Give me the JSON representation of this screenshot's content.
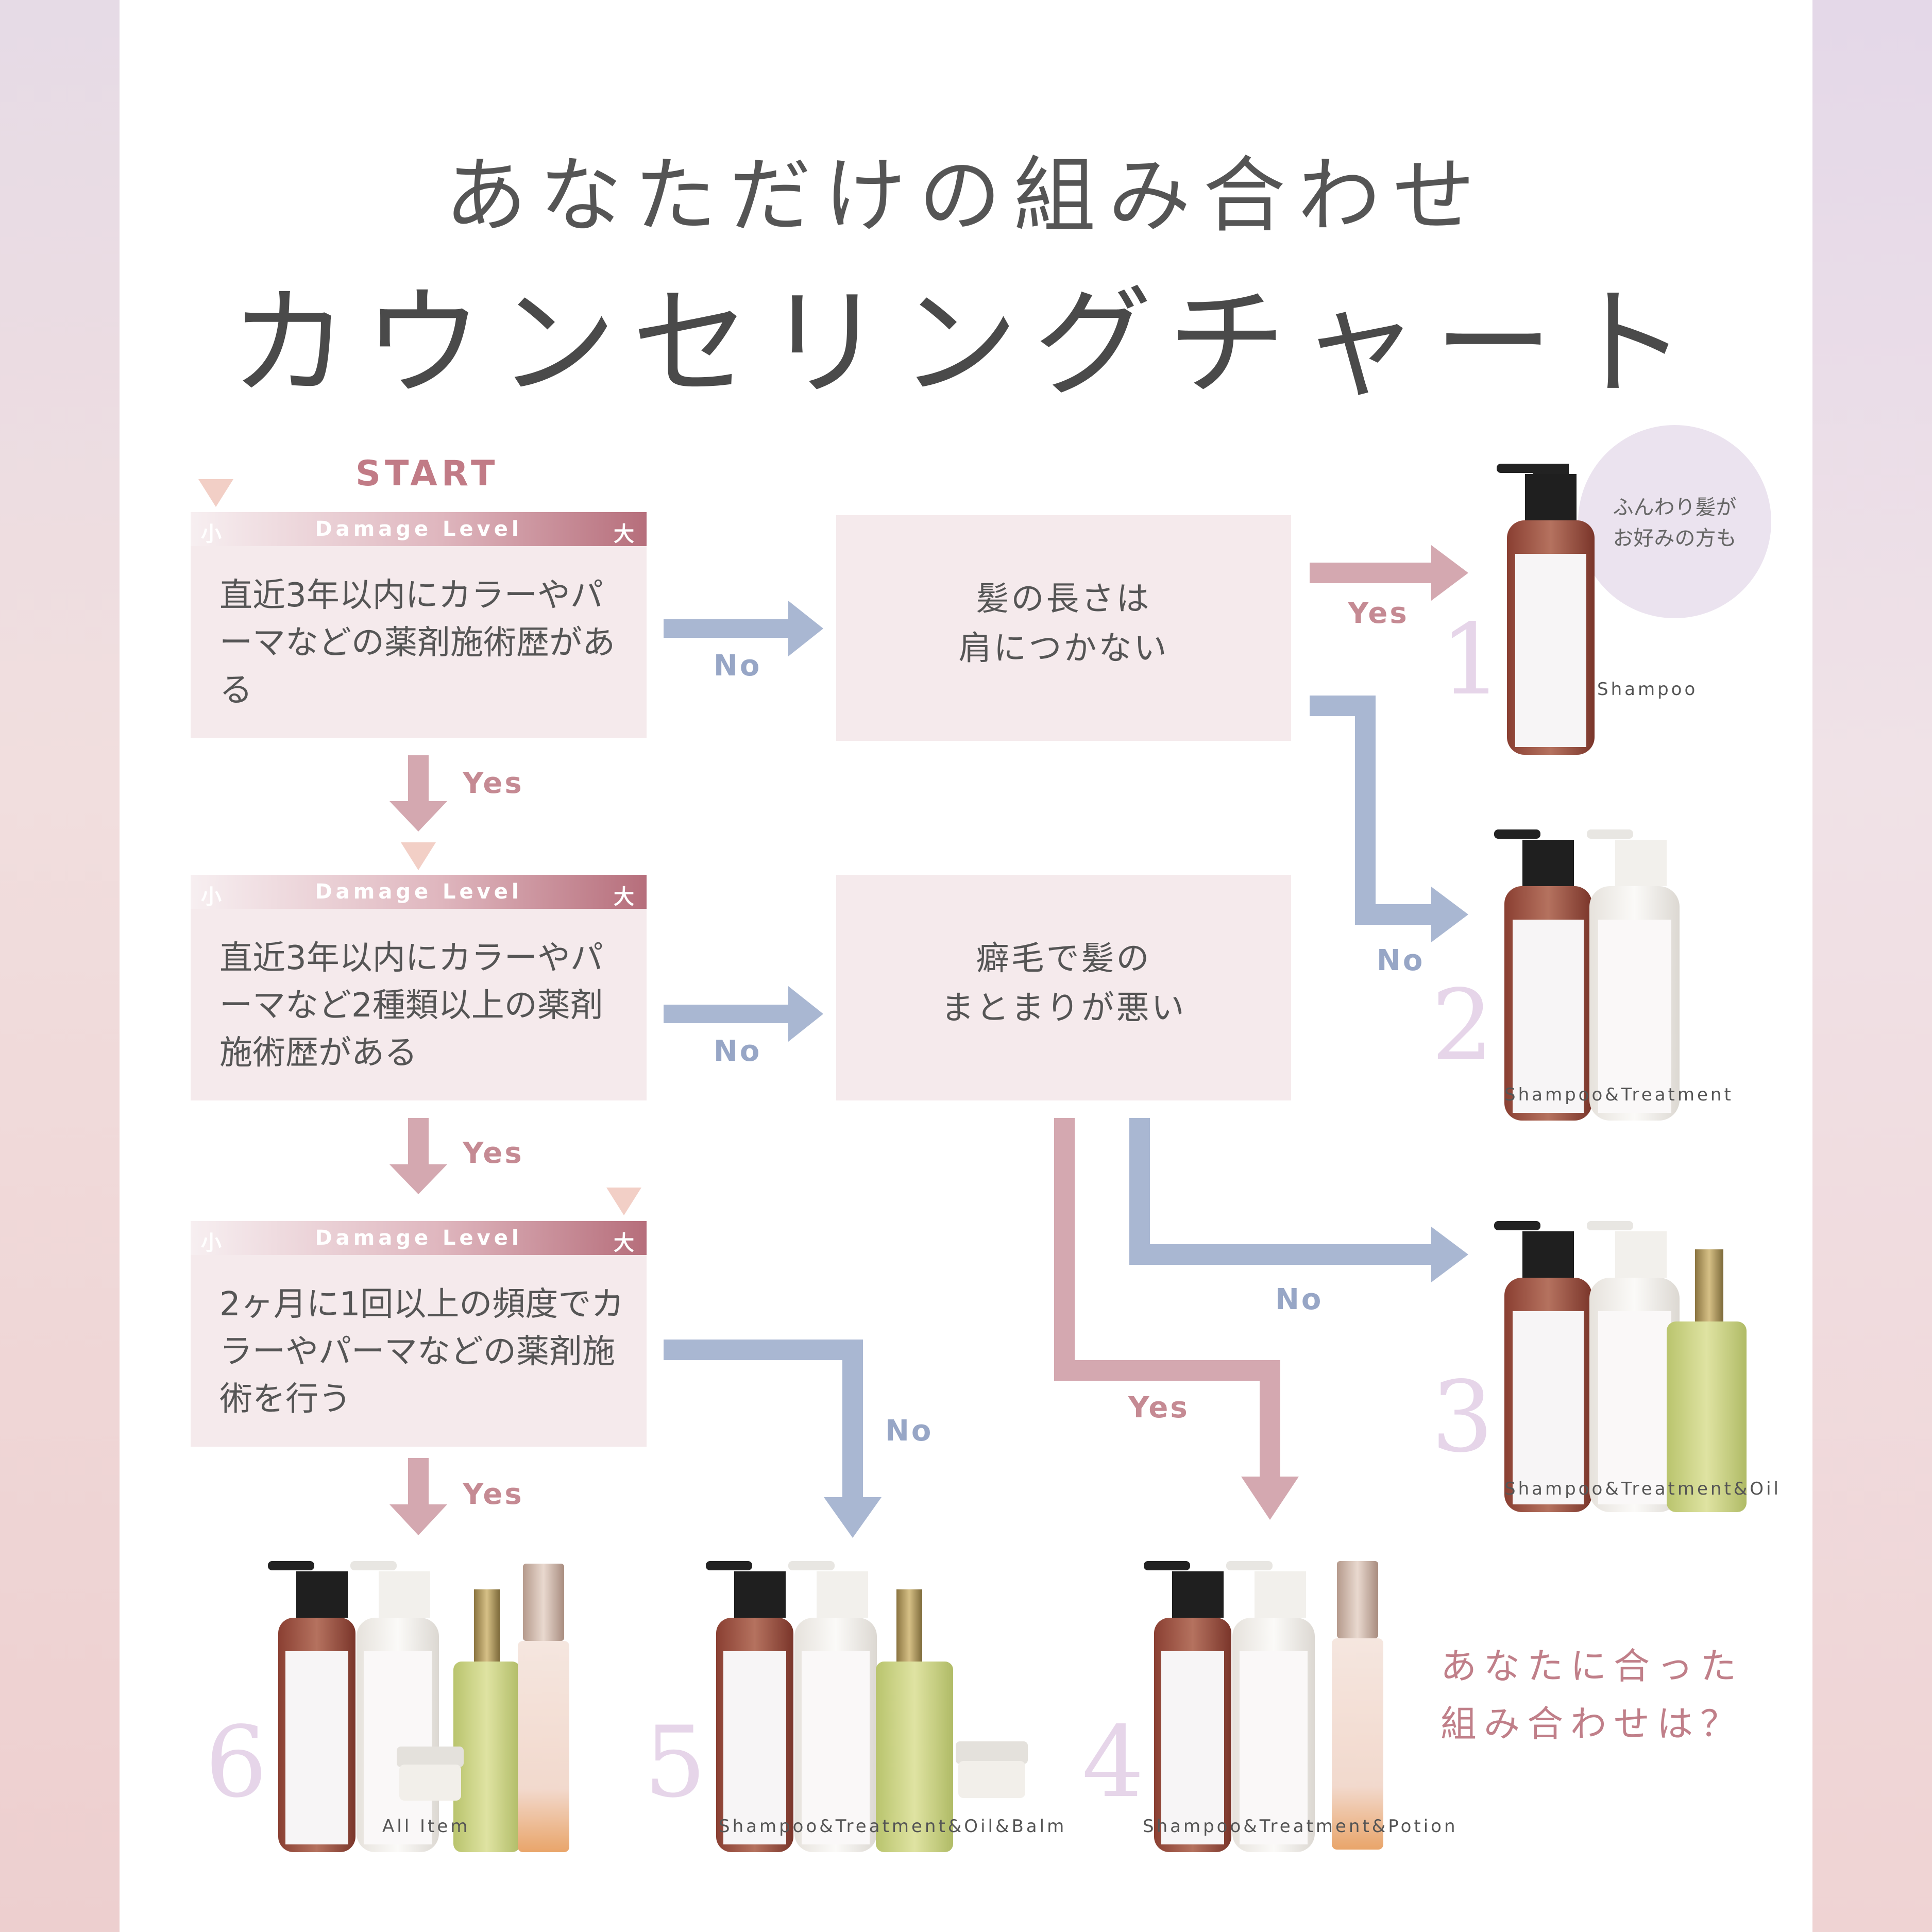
{
  "header": {
    "subtitle": "あなただけの組み合わせ",
    "title": "カウンセリングチャート"
  },
  "start_label": "START",
  "damage_bar": {
    "small": "小",
    "label": "Damage Level",
    "large": "大"
  },
  "questions": [
    {
      "text": "直近3年以内にカラーやパーマなどの薬剤施術歴がある",
      "damage_level": "小"
    },
    {
      "text": "直近3年以内にカラーやパーマなど2種類以上の薬剤施術歴がある",
      "damage_level": "中"
    },
    {
      "text": "2ヶ月に1回以上の頻度でカラーやパーマなどの薬剤施術を行う",
      "damage_level": "大"
    }
  ],
  "conditions": [
    {
      "line1": "髪の長さは",
      "line2": "肩につかない"
    },
    {
      "line1": "癖毛で髪の",
      "line2": "まとまりが悪い"
    }
  ],
  "answers": {
    "yes": "Yes",
    "no": "No"
  },
  "bubble": {
    "line1": "ふんわり髪が",
    "line2": "お好みの方も"
  },
  "results": [
    {
      "number": "1",
      "name": "Shampoo",
      "items": [
        "shampoo"
      ]
    },
    {
      "number": "2",
      "name": "Shampoo&Treatment",
      "items": [
        "shampoo",
        "treatment"
      ]
    },
    {
      "number": "3",
      "name": "Shampoo&Treatment&Oil",
      "items": [
        "shampoo",
        "treatment",
        "oil"
      ]
    },
    {
      "number": "4",
      "name": "Shampoo&Treatment&Potion",
      "items": [
        "shampoo",
        "treatment",
        "potion"
      ]
    },
    {
      "number": "5",
      "name": "Shampoo&Treatment&Oil&Balm",
      "items": [
        "shampoo",
        "treatment",
        "oil",
        "balm"
      ]
    },
    {
      "number": "6",
      "name": "All Item",
      "items": [
        "shampoo",
        "treatment",
        "oil",
        "potion",
        "balm"
      ]
    }
  ],
  "closing": {
    "line1": "あなたに合った",
    "line2": "組み合わせは？"
  },
  "colors": {
    "yes": "#d4a8b0",
    "no": "#a9b7d2",
    "box": "#f5eaec",
    "accent": "#c17b86"
  }
}
